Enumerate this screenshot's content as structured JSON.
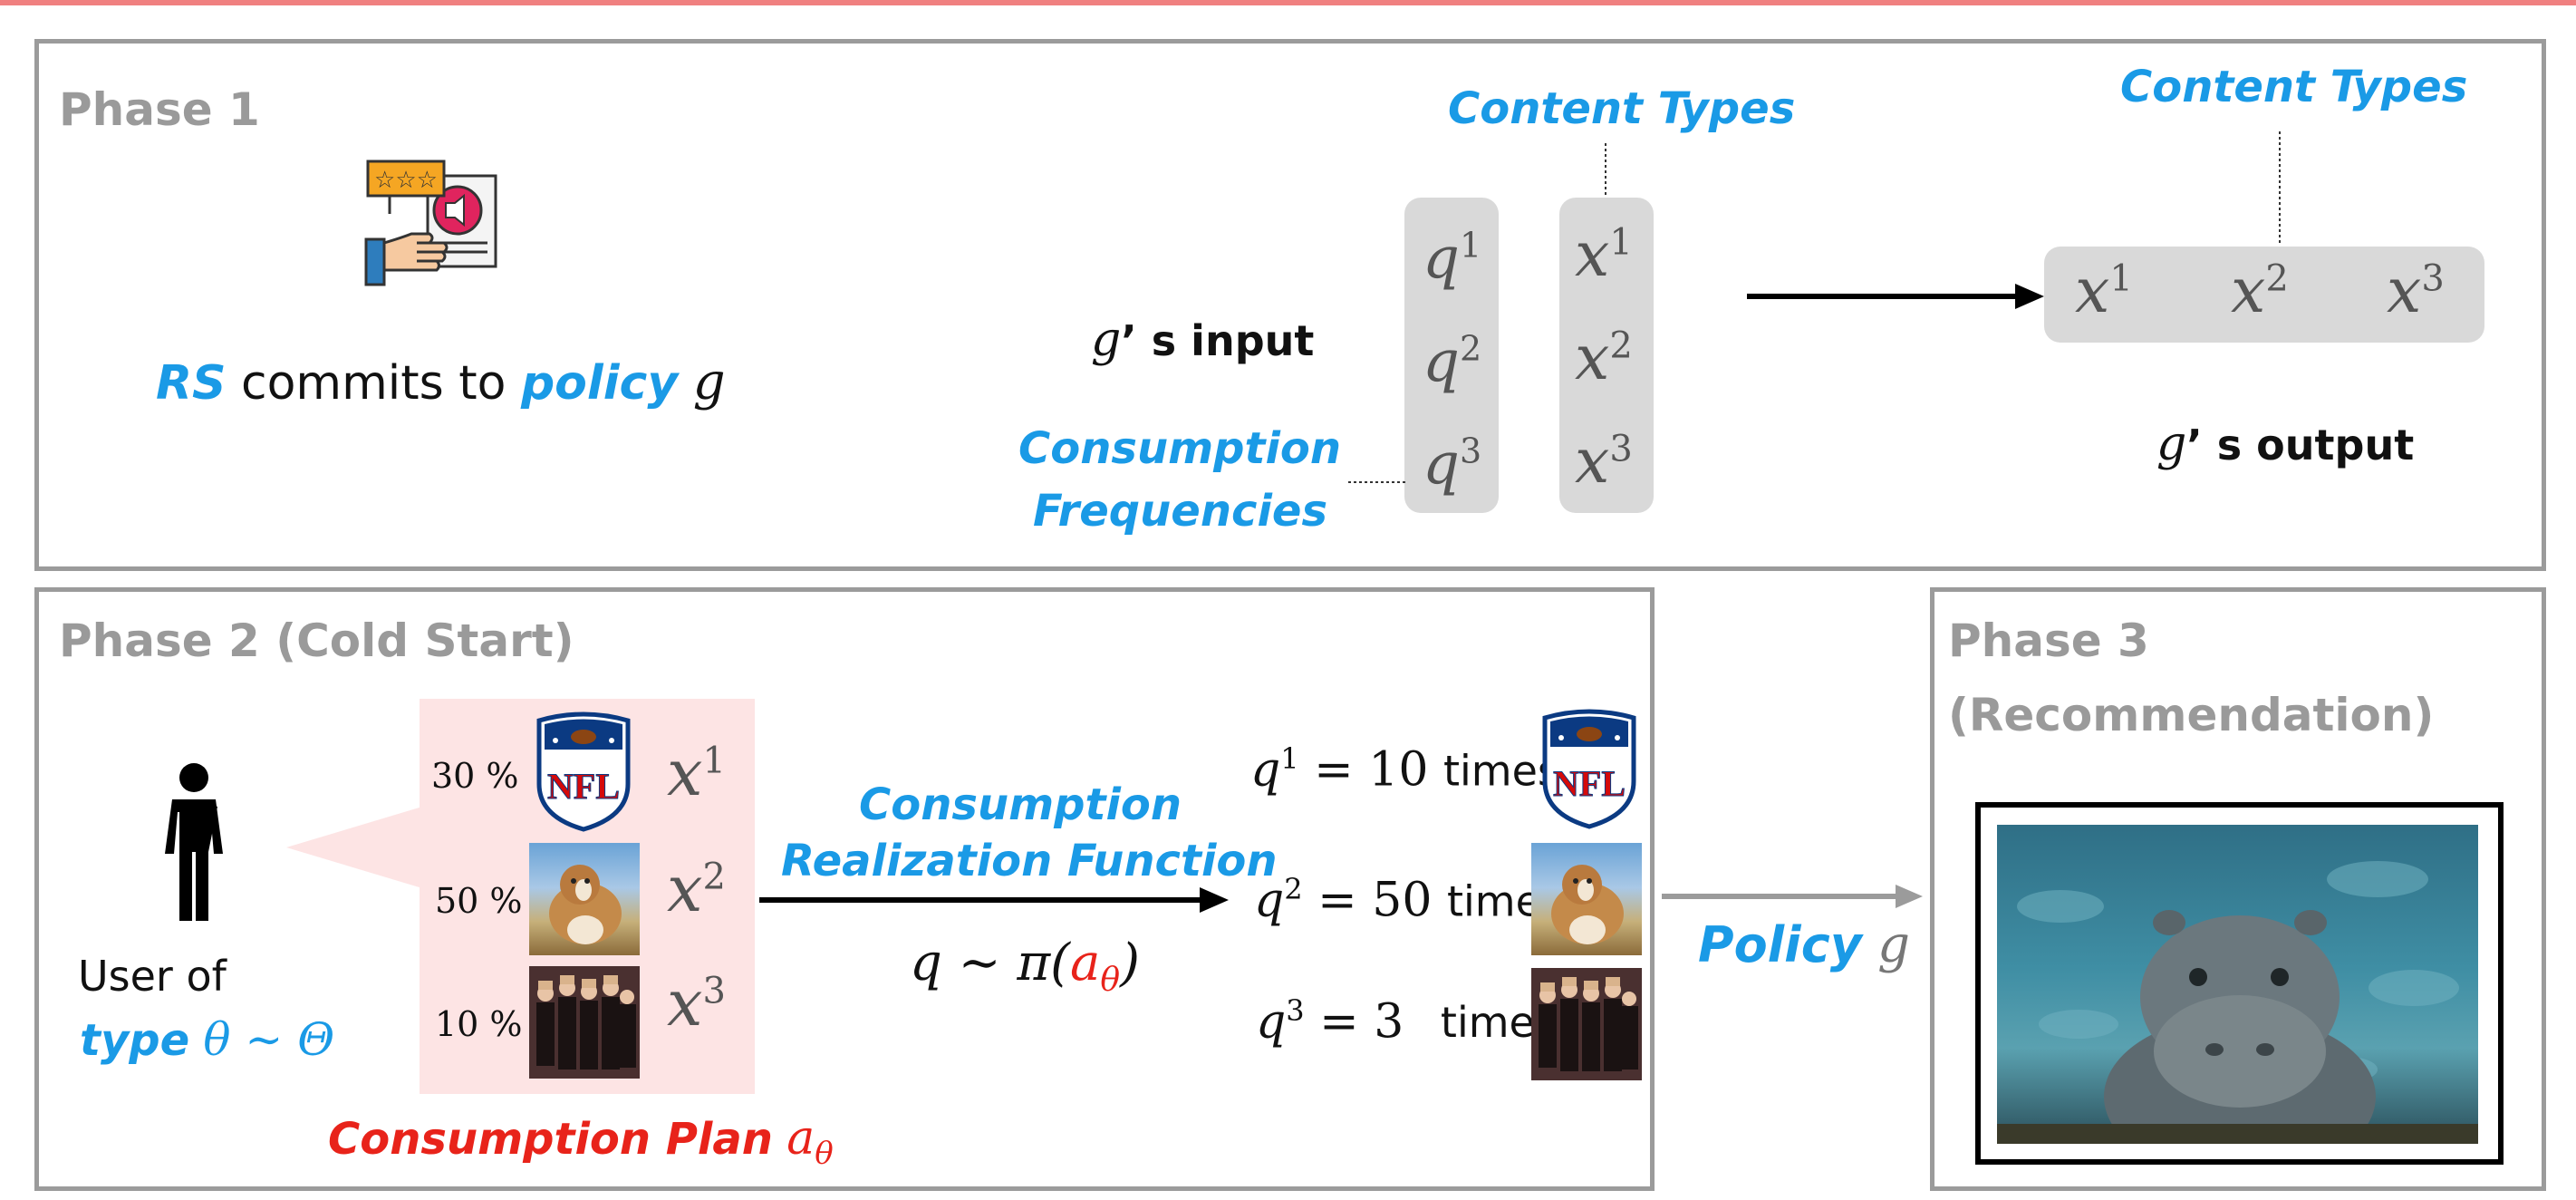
{
  "phase1": {
    "title": "Phase 1",
    "rs": "RS",
    "commits_to": " commits to ",
    "policy": "policy",
    "g": "g",
    "content_types_input": "Content Types",
    "content_types_output": "Content Types",
    "consumption_frequencies_line1": "Consumption",
    "consumption_frequencies_line2": "Frequencies",
    "input_label_suffix": "’ s input",
    "output_label_suffix": "’ s output",
    "input_q": [
      "q",
      "q",
      "q"
    ],
    "input_x": [
      "x",
      "x",
      "x"
    ],
    "output_x": [
      "x",
      "x",
      "x"
    ],
    "superscripts": [
      "1",
      "2",
      "3"
    ]
  },
  "phase2": {
    "title": "Phase 2 (Cold Start)",
    "user_of": "User of",
    "type_word": "type",
    "type_expr": "θ ∼ Θ",
    "plan_percents": [
      "30 %",
      "50 %",
      "10 %"
    ],
    "plan_x": [
      "x",
      "x",
      "x"
    ],
    "superscripts": [
      "1",
      "2",
      "3"
    ],
    "consumption_plan": "Consumption Plan",
    "a_theta": "a",
    "theta_sub": "θ",
    "function_line1": "Consumption",
    "function_line2": "Realization Function",
    "q_sim_pi": "q ∼ π(",
    "close_paren": ")",
    "results": [
      {
        "q": "q",
        "sup": "1",
        "eq": " = 10",
        "times": "times"
      },
      {
        "q": "q",
        "sup": "2",
        "eq": " = 50",
        "times": "times"
      },
      {
        "q": "q",
        "sup": "3",
        "eq": " = 3",
        "times": "times"
      }
    ],
    "nfl_text": "NFL"
  },
  "phase3": {
    "title_line1": "Phase 3",
    "title_line2": "(Recommendation)",
    "policy_label": "Policy",
    "g": "g"
  },
  "colors": {
    "blue_label": "#1a9ae6",
    "red_label": "#e8231a",
    "panel_border": "#9b9b9b",
    "grey_box": "#d9d9d9",
    "plan_bg": "#fde4e4",
    "top_bar": "#f08080"
  }
}
